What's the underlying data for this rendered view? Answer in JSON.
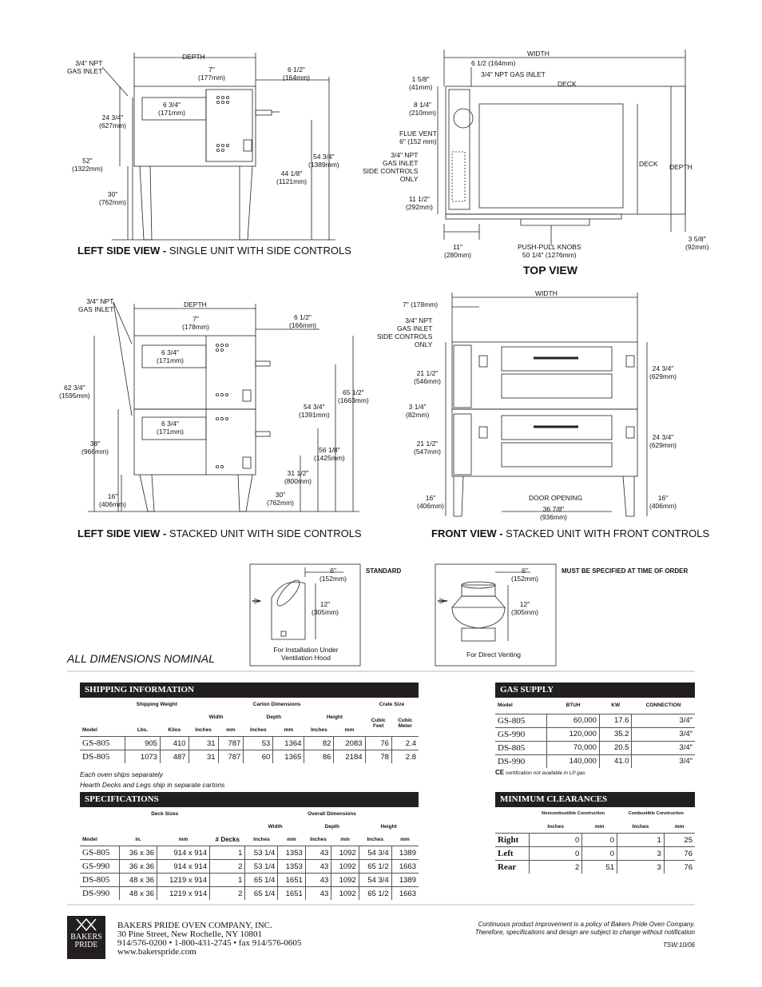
{
  "views": {
    "left_single": {
      "title_bold": "LEFT SIDE VIEW -",
      "title_rest": " SINGLE UNIT WITH SIDE CONTROLS",
      "gas_inlet": "3/4\" NPT\nGAS INLET",
      "depth": "DEPTH",
      "d7": "7\"\n(177mm)",
      "d6_5": "6 1/2\"\n(164mm)",
      "d6_75": "6 3/4\"\n(171mm)",
      "d24_75": "24 3/4\"\n(627mm)",
      "d52": "52\"\n(1322mm)",
      "d30": "30\"\n(762mm)",
      "d54_75": "54 3/4\"\n(1389mm)",
      "d44": "44 1/8\"\n(1121mm)"
    },
    "top": {
      "title": "TOP VIEW",
      "width": "WIDTH",
      "d6_5": "6 1/2 (164mm)",
      "gas_inlet": "3/4\" NPT GAS INLET",
      "deck_top": "DECK",
      "d1_625": "1 5/8\"\n(41mm)",
      "d8_25": "8 1/4\"\n(210mm)",
      "flue": "FLUE VENT\n6\" (152 mm)",
      "side_inlet": "3/4\" NPT\nGAS INLET\nSIDE CONTROLS\nONLY",
      "d11_5": "11 1/2\"\n(292mm)",
      "deck_side": "DECK",
      "depth": "DEPTH",
      "d11": "11\"\n(280mm)",
      "knobs": "PUSH-PULL KNOBS\n50 1/4\" (1276mm)",
      "d3_625": "3 5/8\"\n(92mm)"
    },
    "left_stacked": {
      "title_bold": "LEFT SIDE VIEW -",
      "title_rest": " STACKED UNIT WITH SIDE CONTROLS",
      "gas_inlet": "3/4\" NPT\nGAS INLET",
      "depth": "DEPTH",
      "d7": "7\"\n(178mm)",
      "d6_5": "6 1/2\"\n(166mm)",
      "d6_75a": "6 3/4\"\n(171mm)",
      "d6_75b": "6 3/4\"\n(171mm)",
      "d62": "62 3/4\"\n(1595mm)",
      "d38": "38\"\n(966mm)",
      "d16": "16\"\n(406mm)",
      "d30": "30\"\n(762mm)",
      "d31": "31 1/2\"\n(800mm)",
      "d56": "56 1/8\"\n(1425mm)",
      "d54": "54 3/4\"\n(1391mm)",
      "d65": "65 1/2\"\n(1663mm)"
    },
    "front": {
      "title_bold": "FRONT VIEW -",
      "title_rest": " STACKED UNIT WITH FRONT CONTROLS",
      "width": "WIDTH",
      "d7": "7\" (178mm)",
      "side_inlet": "3/4\" NPT\nGAS INLET\nSIDE CONTROLS\nONLY",
      "d21a": "21 1/2\"\n(546mm)",
      "d3_25": "3 1/4\"\n(82mm)",
      "d21b": "21 1/2\"\n(547mm)",
      "d16l": "16\"\n(406mm)",
      "door": "DOOR OPENING",
      "d36": "36 7/8\"\n(936mm)",
      "d24a": "24 3/4\"\n(629mm)",
      "d24b": "24 3/4\"\n(629mm)",
      "d16r": "16\"\n(406mm)"
    }
  },
  "vents": {
    "standard_label": "STANDARD",
    "must_label": "MUST BE SPECIFIED AT TIME OF ORDER",
    "v6": "6\"\n(152mm)",
    "v12": "12\"\n(305mm)",
    "standard_caption": "For Installation Under\nVentilation Hood",
    "direct_caption": "For Direct Venting"
  },
  "all_dims": "ALL DIMENSIONS NOMINAL",
  "shipping": {
    "title": "SHIPPING INFORMATION",
    "h_weight": "Shipping Weight",
    "h_carton": "Carton Dimensions",
    "h_crate": "Crate Size",
    "h_model": "Model",
    "h_lbs": "Lbs.",
    "h_kilos": "Kilos",
    "h_width": "Width",
    "h_depth": "Depth",
    "h_height": "Height",
    "h_inches": "Inches",
    "h_mm": "mm",
    "h_cubic_feet": "Cubic\nFeet",
    "h_cubic_meter": "Cubic\nMeter",
    "rows": [
      [
        "GS-805",
        "905",
        "410",
        "31",
        "787",
        "53",
        "1364",
        "82",
        "2083",
        "76",
        "2.4"
      ],
      [
        "DS-805",
        "1073",
        "487",
        "31",
        "787",
        "60",
        "1365",
        "86",
        "2184",
        "78",
        "2.8"
      ]
    ],
    "note1": "Each oven ships separately",
    "note2": "Hearth Decks and Legs ship in separate cartons"
  },
  "gas": {
    "title": "GAS SUPPLY",
    "h_model": "Model",
    "h_btuh": "BTUH",
    "h_kw": "KW",
    "h_conn": "CONNECTION",
    "rows": [
      [
        "GS-805",
        "60,000",
        "17.6",
        "3/4″"
      ],
      [
        "GS-990",
        "120,000",
        "35.2",
        "3/4″"
      ],
      [
        "DS-805",
        "70,000",
        "20.5",
        "3/4″"
      ],
      [
        "DS-990",
        "140,000",
        "41.0",
        "3/4″"
      ]
    ],
    "ce": "CE",
    "note": "certification not available in LP gas"
  },
  "specs": {
    "title": "SPECIFICATIONS",
    "h_deck": "Deck Sizes",
    "h_overall": "Overall Dimensions",
    "h_model": "Model",
    "h_in": "in.",
    "h_mm": "mm",
    "h_decks": "# Decks",
    "h_width": "Width",
    "h_depth": "Depth",
    "h_height": "Height",
    "h_inches": "Inches",
    "rows": [
      [
        "GS-805",
        "36 x 36",
        "914 x 914",
        "1",
        "53 1/4",
        "1353",
        "43",
        "1092",
        "54 3/4",
        "1389"
      ],
      [
        "GS-990",
        "36 x 36",
        "914 x 914",
        "2",
        "53 1/4",
        "1353",
        "43",
        "1092",
        "65 1/2",
        "1663"
      ],
      [
        "DS-805",
        "48 x 36",
        "1219 x 914",
        "1",
        "65 1/4",
        "1651",
        "43",
        "1092",
        "54 3/4",
        "1389"
      ],
      [
        "DS-990",
        "48 x 36",
        "1219 x 914",
        "2",
        "65 1/4",
        "1651",
        "43",
        "1092",
        "65 1/2",
        "1663"
      ]
    ]
  },
  "clearances": {
    "title": "MINIMUM CLEARANCES",
    "h_noncomb": "Noncombustible Construction",
    "h_comb": "Combustible Construction",
    "h_inches": "Inches",
    "h_mm": "mm",
    "rows": [
      [
        "Right",
        "0",
        "0",
        "1",
        "25"
      ],
      [
        "Left",
        "0",
        "0",
        "3",
        "76"
      ],
      [
        "Rear",
        "2",
        "51",
        "3",
        "76"
      ]
    ]
  },
  "footer": {
    "logo_line1": "BAKERS",
    "logo_line2": "PRIDE",
    "company": "BAKERS PRIDE OVEN COMPANY, INC.",
    "address": "30 Pine Street, New Rochelle, NY 10801",
    "phone": "914/576-0200 • 1-800-431-2745 • fax 914/576-0605",
    "web": "www.bakerspride.com",
    "policy1": "Continuous product improvement is a policy of Bakers Pride Oven Company.",
    "policy2": "Therefore, specifications and design are subject to change without notification",
    "code": "TSW:10/06"
  }
}
